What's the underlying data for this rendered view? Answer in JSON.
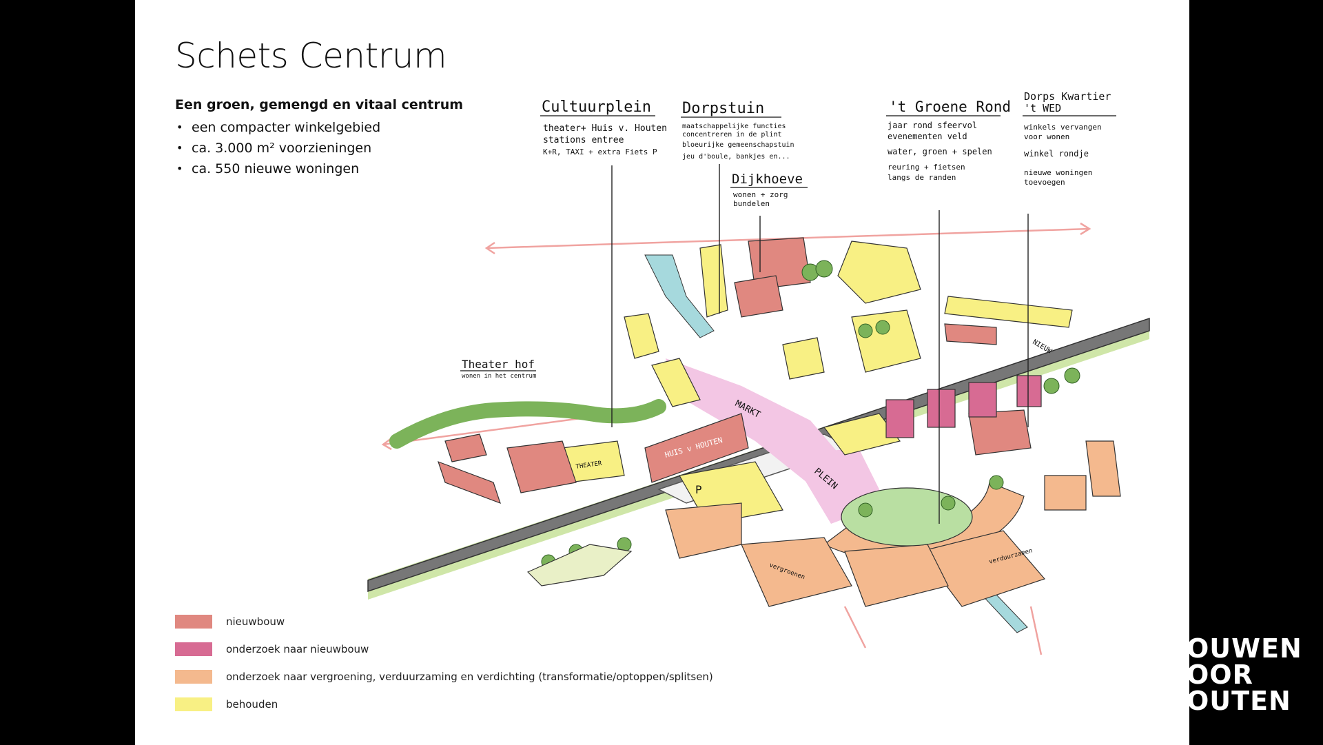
{
  "slide": {
    "title": "Schets Centrum",
    "subtitle": "Een groen, gemengd en vitaal centrum",
    "bullets": [
      "een compacter winkelgebied",
      "ca. 3.000 m² voorzieningen",
      "ca. 550 nieuwe woningen"
    ]
  },
  "annotations": {
    "cultuurplein": {
      "title": "Cultuurplein",
      "lines": [
        "theater+ Huis v. Houten",
        "stations entree",
        "K+R, TAXI + extra Fiets P"
      ]
    },
    "dorpstuin": {
      "title": "Dorpstuin",
      "lines": [
        "maatschappelijke functies",
        "concentreren in de plint",
        "bloeurijke gemeenschapstuin",
        "jeu d'boule, bankjes en..."
      ]
    },
    "dijkhoeve": {
      "title": "Dijkhoeve",
      "lines": [
        "wonen + zorg",
        "bundelen"
      ]
    },
    "groene_rond": {
      "title": "'t Groene Rond",
      "lines": [
        "jaar rond sfeervol",
        "evenementen veld",
        "water, groen + spelen",
        "reuring + fietsen",
        "langs de randen"
      ]
    },
    "dorps_kwartier": {
      "title": "Dorps Kwartier",
      "title2": "'t WED",
      "lines": [
        "winkels vervangen",
        "voor wonen",
        "winkel rondje",
        "nieuwe woningen",
        "toevoegen"
      ]
    },
    "theater_hof": {
      "title": "Theater hof",
      "lines": [
        "wonen in het centrum"
      ]
    }
  },
  "map_labels": {
    "markt": "MARKT",
    "plein": "PLEIN",
    "huis_v_houten": "HUIS v HOUTEN",
    "theater": "THEATER",
    "nieuw": "NIEUW",
    "parking": "P",
    "vergroenen": "vergroenen",
    "verduurzamen": "verduurzamen"
  },
  "legend": [
    {
      "label": "nieuwbouw",
      "color": "#e08880"
    },
    {
      "label": "onderzoek naar nieuwbouw",
      "color": "#d76b93"
    },
    {
      "label": "onderzoek naar vergroening, verduurzaming en verdichting (transformatie/optoppen/splitsen)",
      "color": "#f4b98e"
    },
    {
      "label": "behouden",
      "color": "#f8f084"
    }
  ],
  "logo": {
    "lines": [
      "OUWEN",
      "OOR",
      "OUTEN"
    ]
  }
}
